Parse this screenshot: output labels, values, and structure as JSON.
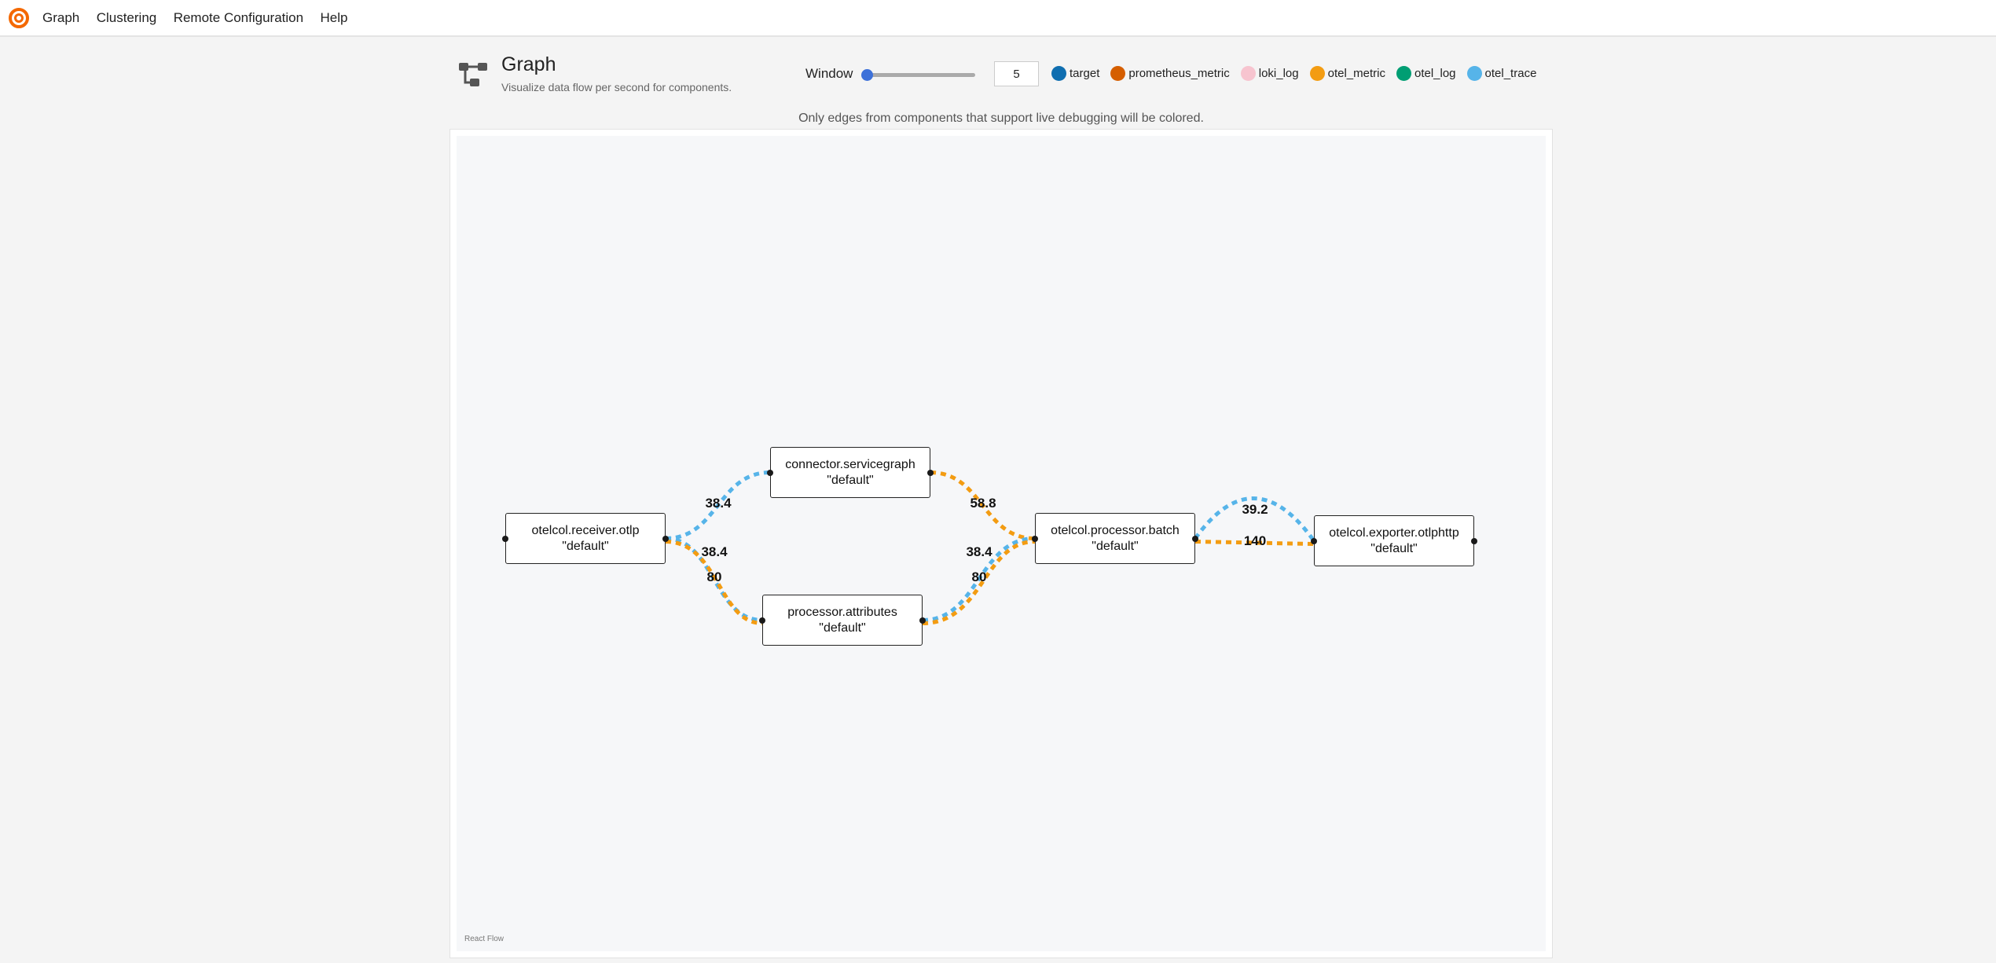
{
  "nav": {
    "logo": "grafana-alloy-logo",
    "items": [
      "Graph",
      "Clustering",
      "Remote Configuration",
      "Help"
    ]
  },
  "header": {
    "icon": "graph-icon",
    "title": "Graph",
    "subtitle": "Visualize data flow per second for components."
  },
  "window": {
    "label": "Window",
    "value": "5",
    "slider_fraction": 0.0
  },
  "legend": [
    {
      "label": "target",
      "color": "#0f6eb0"
    },
    {
      "label": "prometheus_metric",
      "color": "#d55e00"
    },
    {
      "label": "loki_log",
      "color": "#f7c4cf"
    },
    {
      "label": "otel_metric",
      "color": "#f39c12"
    },
    {
      "label": "otel_log",
      "color": "#009e73"
    },
    {
      "label": "otel_trace",
      "color": "#56b4e9"
    }
  ],
  "note": "Only edges from components that support live debugging will be colored.",
  "attribution": "React Flow",
  "nodes": [
    {
      "id": "receiver",
      "name": "otelcol.receiver.otlp",
      "label": "\"default\""
    },
    {
      "id": "connector",
      "name": "connector.servicegraph",
      "label": "\"default\""
    },
    {
      "id": "attributes",
      "name": "processor.attributes",
      "label": "\"default\""
    },
    {
      "id": "batch",
      "name": "otelcol.processor.batch",
      "label": "\"default\""
    },
    {
      "id": "exporter",
      "name": "otelcol.exporter.otlphttp",
      "label": "\"default\""
    }
  ],
  "edges": [
    {
      "from": "receiver",
      "to": "connector",
      "type": "otel_trace",
      "value": "38.4"
    },
    {
      "from": "receiver",
      "to": "attributes",
      "type": "otel_trace",
      "value": "38.4"
    },
    {
      "from": "receiver",
      "to": "attributes",
      "type": "otel_metric",
      "value": "80"
    },
    {
      "from": "connector",
      "to": "batch",
      "type": "otel_metric",
      "value": "58.8"
    },
    {
      "from": "attributes",
      "to": "batch",
      "type": "otel_trace",
      "value": "38.4"
    },
    {
      "from": "attributes",
      "to": "batch",
      "type": "otel_metric",
      "value": "80"
    },
    {
      "from": "batch",
      "to": "exporter",
      "type": "otel_trace",
      "value": "39.2"
    },
    {
      "from": "batch",
      "to": "exporter",
      "type": "otel_metric",
      "value": "140"
    }
  ]
}
